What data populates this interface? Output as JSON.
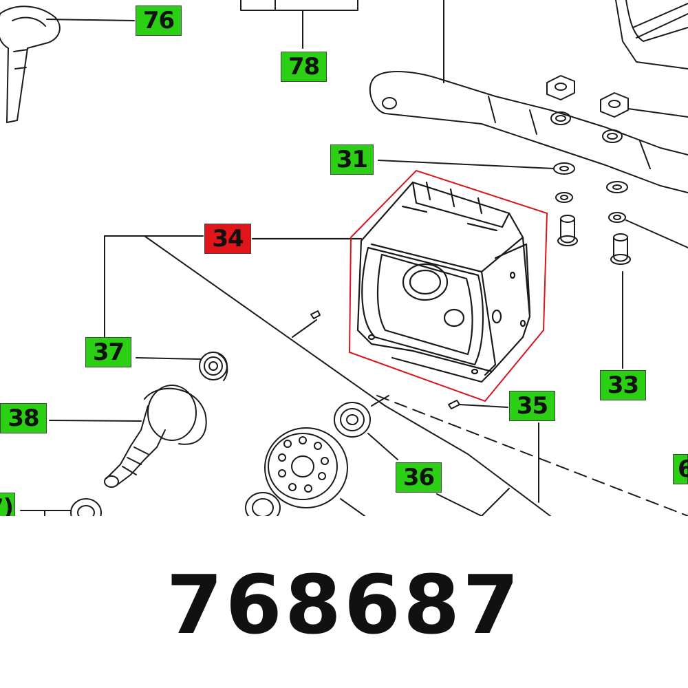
{
  "diagram": {
    "callouts": [
      {
        "id": "76",
        "label": "76",
        "highlight": "green"
      },
      {
        "id": "78",
        "label": "78",
        "highlight": "green"
      },
      {
        "id": "31",
        "label": "31",
        "highlight": "green"
      },
      {
        "id": "34",
        "label": "34",
        "highlight": "red"
      },
      {
        "id": "37",
        "label": "37",
        "highlight": "green"
      },
      {
        "id": "33",
        "label": "33",
        "highlight": "green"
      },
      {
        "id": "35",
        "label": "35",
        "highlight": "green"
      },
      {
        "id": "38",
        "label": "38",
        "highlight": "green"
      },
      {
        "id": "36",
        "label": "36",
        "highlight": "green"
      },
      {
        "id": "cut-left",
        "label": "7)",
        "highlight": "green"
      },
      {
        "id": "cut-right",
        "label": "6",
        "highlight": "green"
      }
    ],
    "colors": {
      "callout_green": "#2bd014",
      "callout_selected_red": "#e0161b",
      "selection_outline": "#d9141a",
      "line": "#1a1a1a"
    }
  },
  "part_number": "768687"
}
